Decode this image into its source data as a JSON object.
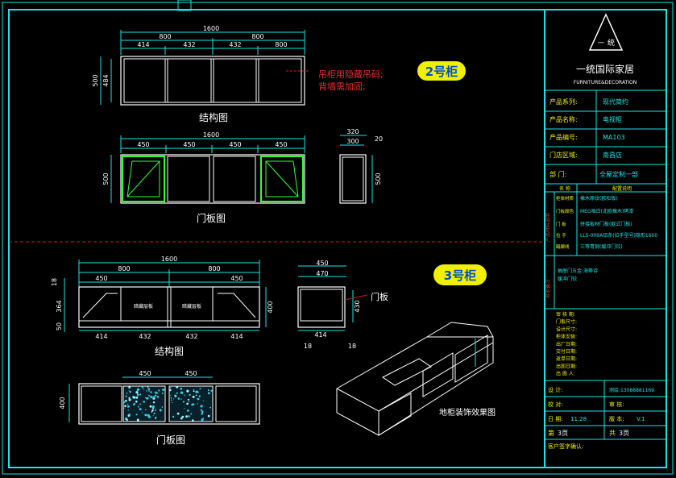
{
  "cabinet2": {
    "badge": "2号柜",
    "structure_caption": "结构图",
    "door_caption": "门板图",
    "note_line1": "吊柜用隐藏吊码;",
    "note_line2": "背墙需加固;",
    "dims_top_total": "1600",
    "dims_top_parts": [
      "800",
      "800"
    ],
    "dims_top_sub": [
      "414",
      "432",
      "432",
      "800"
    ],
    "dim_height_outer": "500",
    "dim_height_inner": "484",
    "door_total": "1600",
    "door_parts": [
      "450",
      "450",
      "450",
      "450"
    ],
    "door_height": "500",
    "side_top1": "320",
    "side_top2": "300",
    "side_right1": "20",
    "side_height": "500"
  },
  "cabinet3": {
    "badge": "3号柜",
    "structure_caption": "结构图",
    "door_caption": "门板图",
    "door_label": "门板",
    "effect_caption": "地柜装饰效果图",
    "dims_top_total": "1600",
    "dims_top_parts": [
      "800",
      "800"
    ],
    "dims_top_sub": [
      "450",
      "450"
    ],
    "dims_bottom": [
      "414",
      "432",
      "432",
      "414"
    ],
    "left_dims": [
      "18",
      "364",
      "50"
    ],
    "right_dim": "400",
    "door_parts": [
      "450",
      "450"
    ],
    "door_height": "400",
    "side_top1": "450",
    "side_top2": "470",
    "side_right": "430",
    "side_bottom1": "414",
    "side_bottom2": "18",
    "side_left": "18",
    "inner_label": "暗藏层板"
  },
  "title_block": {
    "logo_char": "统",
    "logo_char2": "一",
    "company": "一统国际家居",
    "company_en": "FURNITURE&DECORATION",
    "rows": [
      {
        "k": "产品系列:",
        "v": "现代简约"
      },
      {
        "k": "产品名称:",
        "v": "电视柜"
      },
      {
        "k": "产品编号:",
        "v": "MA103"
      },
      {
        "k": "门店区域:",
        "v": "南昌店"
      },
      {
        "k": "部    门:",
        "v": "全屋定制一部"
      }
    ],
    "spec_header": [
      "名  称",
      "配置说明"
    ],
    "spec_rows": [
      {
        "k": "柜体材质",
        "v": "橡木原纹(欧松板)"
      },
      {
        "k": "门板颜色",
        "v": "MEG哑白(北欧橡木)烤漆"
      },
      {
        "k": "门    板",
        "v": "拼接板材门板(欧式门板)"
      },
      {
        "k": "拉    手",
        "v": "LLS-009A铝条(拉手型号)隐形1600"
      },
      {
        "k": "踢脚线",
        "v": "三等青铜(缓冲门铰)"
      }
    ],
    "side_labels": [
      "产品材料说明",
      "其他备注"
    ],
    "remarks1": "抽屉门五金:海蒂诗",
    "remarks2": "缓冲门铰",
    "sign_rows": [
      "审 核 期:",
      "门板尺寸:",
      "设计尺寸:",
      "柜体安装:",
      "出厂日期:",
      "交付日期:",
      "返单日期:",
      "出图日期:",
      "出 图 人:"
    ],
    "info": [
      {
        "k": "设 计:",
        "v": "测绘:13088881169"
      },
      {
        "k": "校 对:",
        "v": "审 核:"
      },
      {
        "k": "日 期:",
        "v": "11.28"
      },
      {
        "k": "版 本:",
        "v": "V.1"
      },
      {
        "k": "第",
        "v": "3页"
      },
      {
        "k": "共",
        "v": "3页"
      }
    ],
    "sign_label": "客户签字确认:"
  },
  "colors": {
    "frame": "#19e6e6",
    "dim": "#19e6e6",
    "line": "#ffffff",
    "accent_green": "#30ff30",
    "badge_bg": "#f0f000",
    "divider": "#c02020"
  }
}
